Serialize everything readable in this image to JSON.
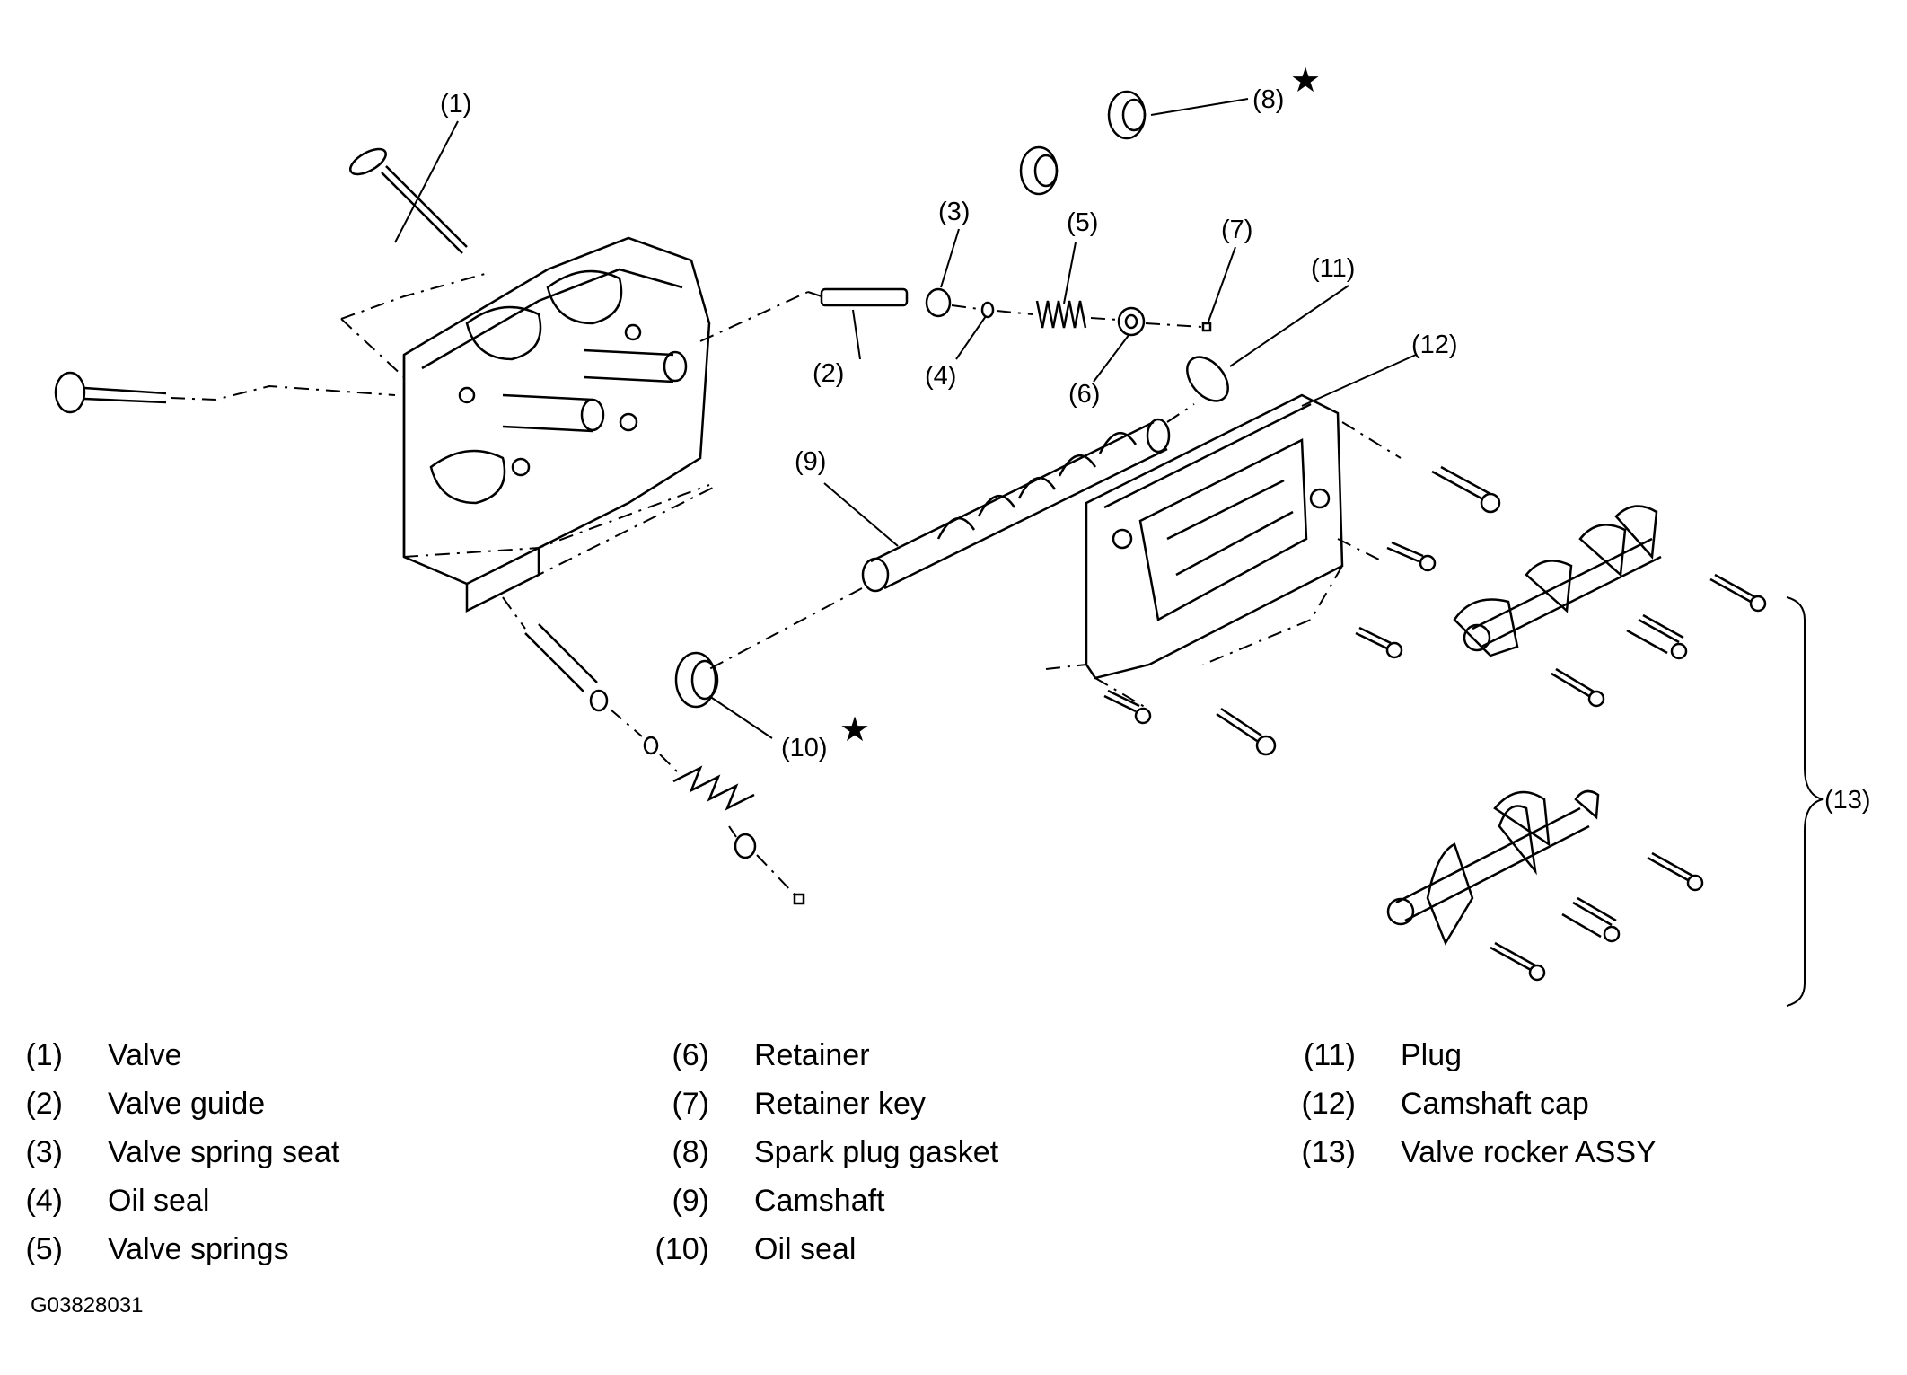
{
  "callouts": {
    "c1": "(1)",
    "c2": "(2)",
    "c3": "(3)",
    "c4": "(4)",
    "c5": "(5)",
    "c6": "(6)",
    "c7": "(7)",
    "c8": "(8)",
    "c9": "(9)",
    "c10": "(10)",
    "c11": "(11)",
    "c12": "(12)",
    "c13": "(13)"
  },
  "star_mark": "★",
  "legend": [
    {
      "num": "(1)",
      "name": "Valve"
    },
    {
      "num": "(2)",
      "name": "Valve guide"
    },
    {
      "num": "(3)",
      "name": "Valve spring seat"
    },
    {
      "num": "(4)",
      "name": "Oil seal"
    },
    {
      "num": "(5)",
      "name": "Valve springs"
    },
    {
      "num": "(6)",
      "name": "Retainer"
    },
    {
      "num": "(7)",
      "name": "Retainer key"
    },
    {
      "num": "(8)",
      "name": "Spark plug gasket"
    },
    {
      "num": "(9)",
      "name": "Camshaft"
    },
    {
      "num": "(10)",
      "name": "Oil seal"
    },
    {
      "num": "(11)",
      "name": "Plug"
    },
    {
      "num": "(12)",
      "name": "Camshaft cap"
    },
    {
      "num": "(13)",
      "name": "Valve rocker ASSY"
    }
  ],
  "figure_code": "G03828031"
}
